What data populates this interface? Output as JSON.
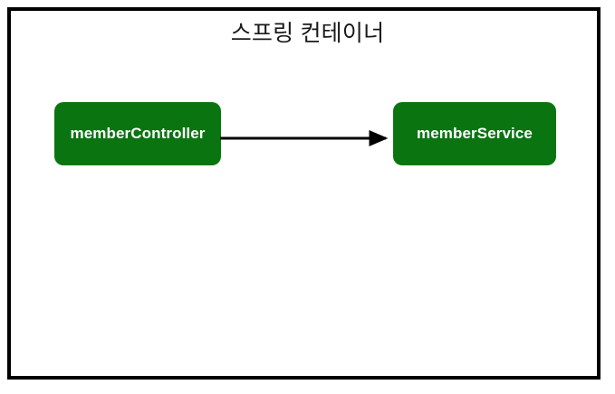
{
  "diagram": {
    "title": "스프링 컨테이너",
    "frame_name": "spring-container",
    "background_color": "#ffffff",
    "border_color": "#000000",
    "node_fill_color": "#0a7510",
    "node_text_color": "#ffffff",
    "arrow_color": "#000000",
    "nodes": [
      {
        "id": "memberController",
        "label": "memberController"
      },
      {
        "id": "memberService",
        "label": "memberService"
      }
    ],
    "edges": [
      {
        "from": "memberController",
        "to": "memberService",
        "label": "",
        "arrow": "arrow-right-icon"
      }
    ]
  }
}
